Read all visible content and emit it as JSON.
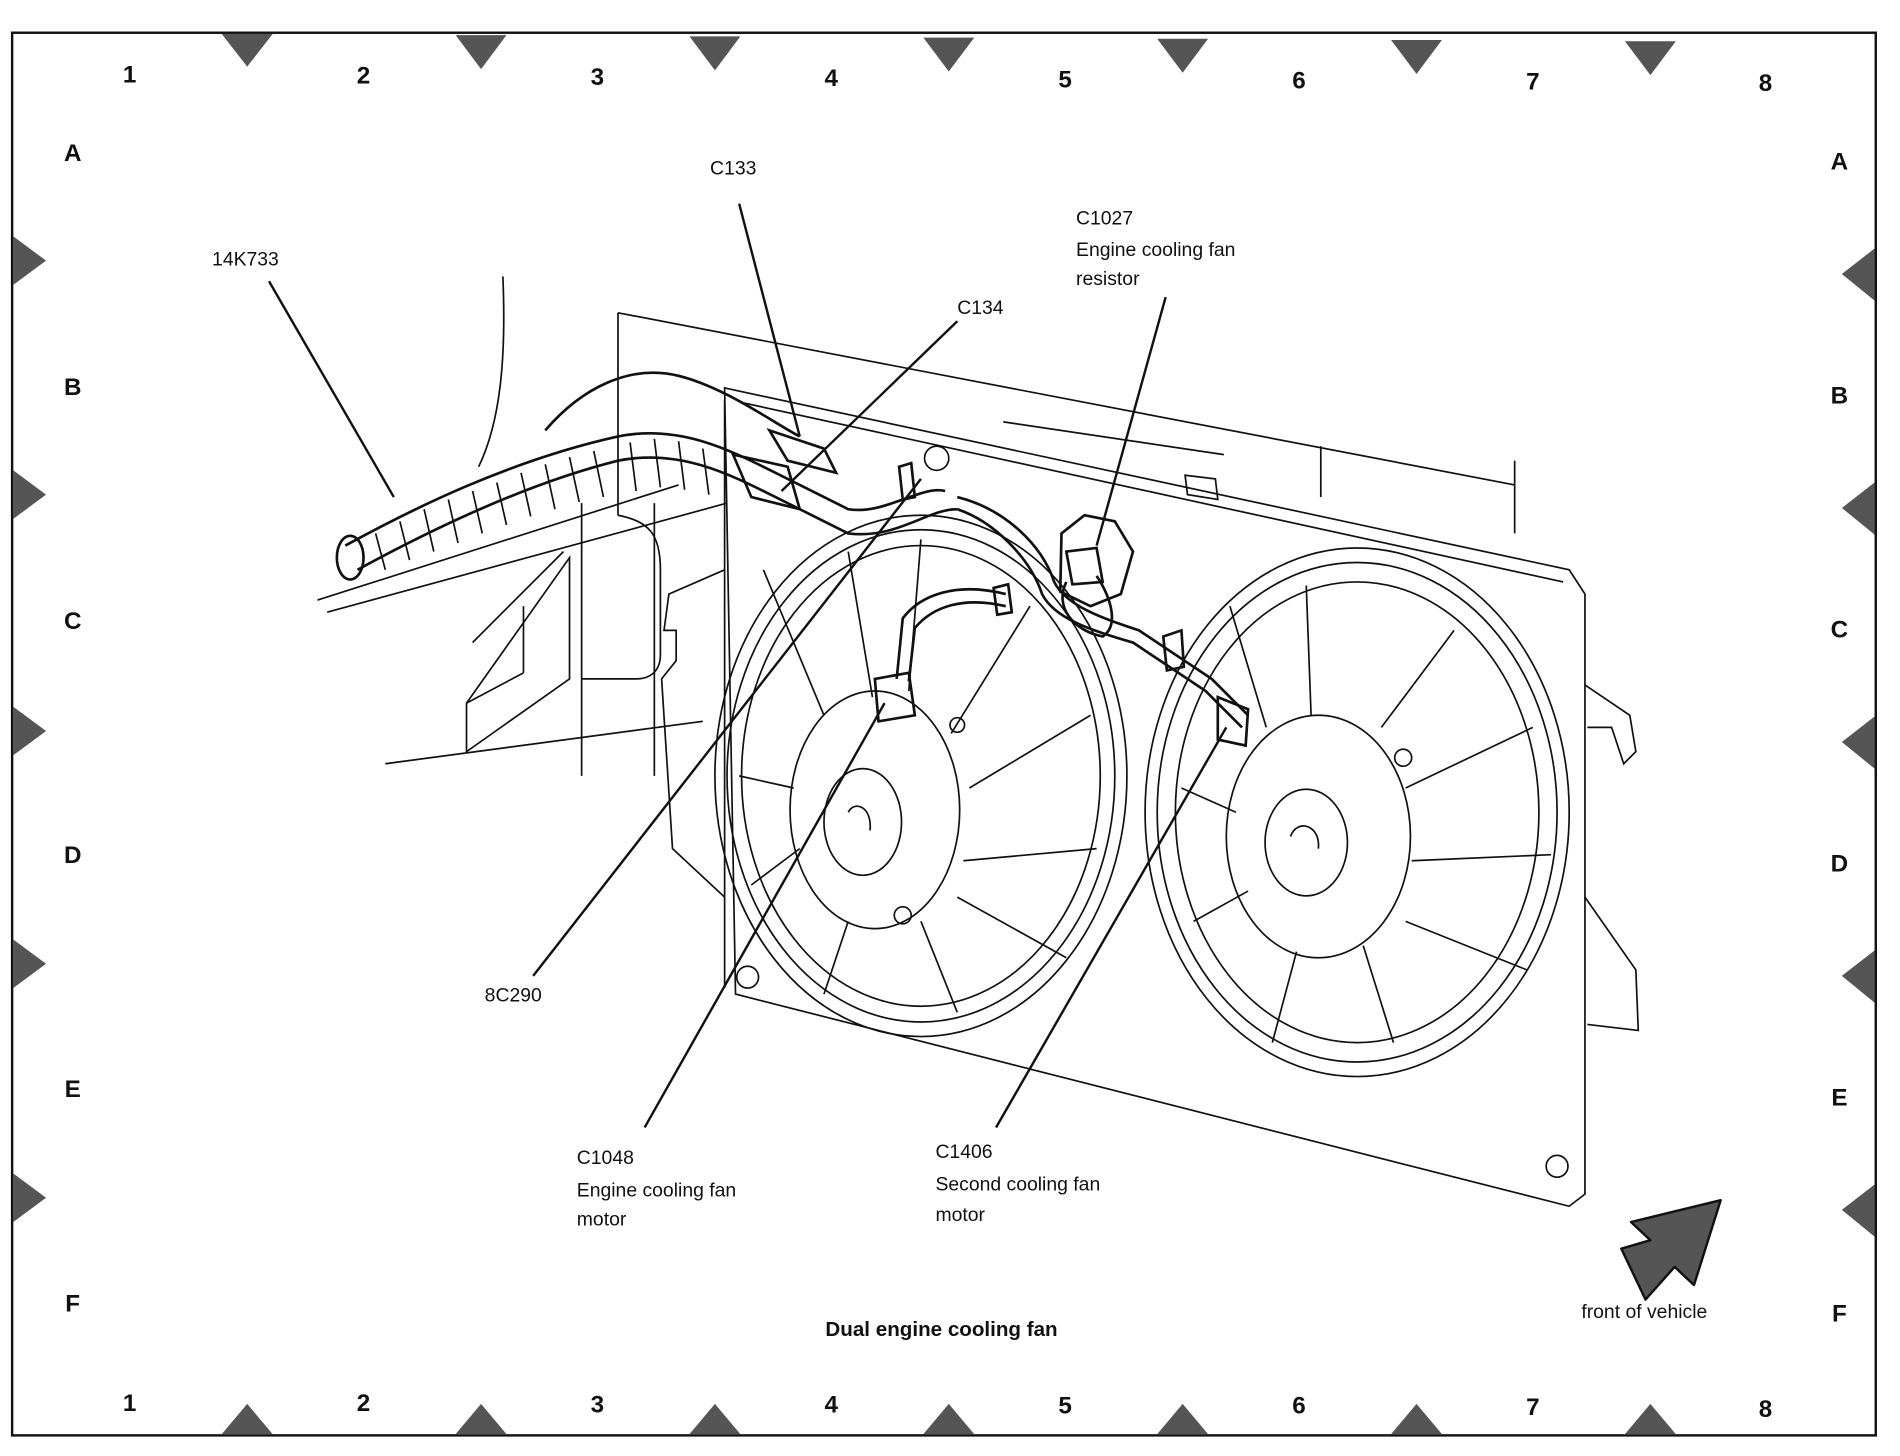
{
  "diagram": {
    "title": "Dual engine cooling fan",
    "front_indicator": {
      "label": "front of vehicle",
      "icon": "arrow-up-right-icon"
    },
    "grid": {
      "columns": [
        "1",
        "2",
        "3",
        "4",
        "5",
        "6",
        "7",
        "8"
      ],
      "rows": [
        "A",
        "B",
        "C",
        "D",
        "E",
        "F"
      ]
    },
    "callouts": [
      {
        "id": "14K733",
        "lines": [
          "14K733"
        ]
      },
      {
        "id": "C133",
        "lines": [
          "C133"
        ]
      },
      {
        "id": "C134",
        "lines": [
          "C134"
        ]
      },
      {
        "id": "C1027",
        "lines": [
          "C1027",
          "Engine cooling fan",
          "resistor"
        ]
      },
      {
        "id": "8C290",
        "lines": [
          "8C290"
        ]
      },
      {
        "id": "C1048",
        "lines": [
          "C1048",
          "Engine cooling fan",
          "motor"
        ]
      },
      {
        "id": "C1406",
        "lines": [
          "C1406",
          "Second cooling fan",
          "motor"
        ]
      }
    ]
  }
}
